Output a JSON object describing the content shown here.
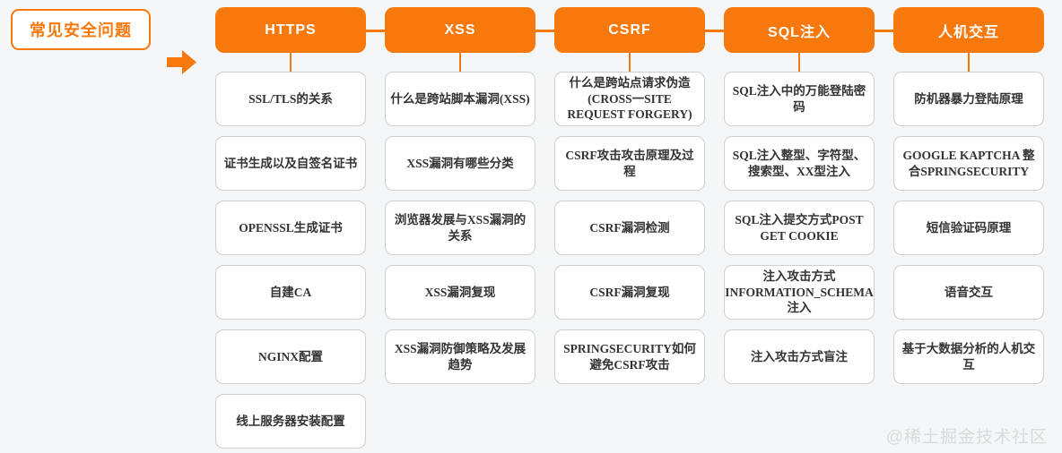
{
  "page": {
    "background_color": "#f5f6f7",
    "accent_color": "#F7780C",
    "item_text_color": "#333333",
    "watermark": "@稀土掘金技术社区"
  },
  "root": {
    "label": "常见安全问题"
  },
  "columns": [
    {
      "title": "HTTPS",
      "items": [
        "SSL/TLS的关系",
        "证书生成以及自签名证书",
        "OPENSSL生成证书",
        "自建CA",
        "NGINX配置",
        "线上服务器安装配置"
      ]
    },
    {
      "title": "XSS",
      "items": [
        "什么是跨站脚本漏洞(XSS)",
        "XSS漏洞有哪些分类",
        "浏览器发展与XSS漏洞的关系",
        "XSS漏洞复现",
        "XSS漏洞防御策略及发展趋势"
      ]
    },
    {
      "title": "CSRF",
      "items": [
        "什么是跨站点请求伪造(CROSS一SITE REQUEST FORGERY)",
        "CSRF攻击攻击原理及过程",
        "CSRF漏洞检测",
        "CSRF漏洞复现",
        "SPRINGSECURITY如何避免CSRF攻击"
      ]
    },
    {
      "title": "SQL注入",
      "items": [
        "SQL注入中的万能登陆密码",
        "SQL注入整型、字符型、搜索型、XX型注入",
        "SQL注入提交方式POST GET COOKIE",
        "注入攻击方式INFORMATION_SCHEMA注入",
        "注入攻击方式盲注"
      ]
    },
    {
      "title": "人机交互",
      "items": [
        "防机器暴力登陆原理",
        "GOOGLE KAPTCHA 整合SPRINGSECURITY",
        "短信验证码原理",
        "语音交互",
        "基于大数据分析的人机交互"
      ]
    }
  ]
}
